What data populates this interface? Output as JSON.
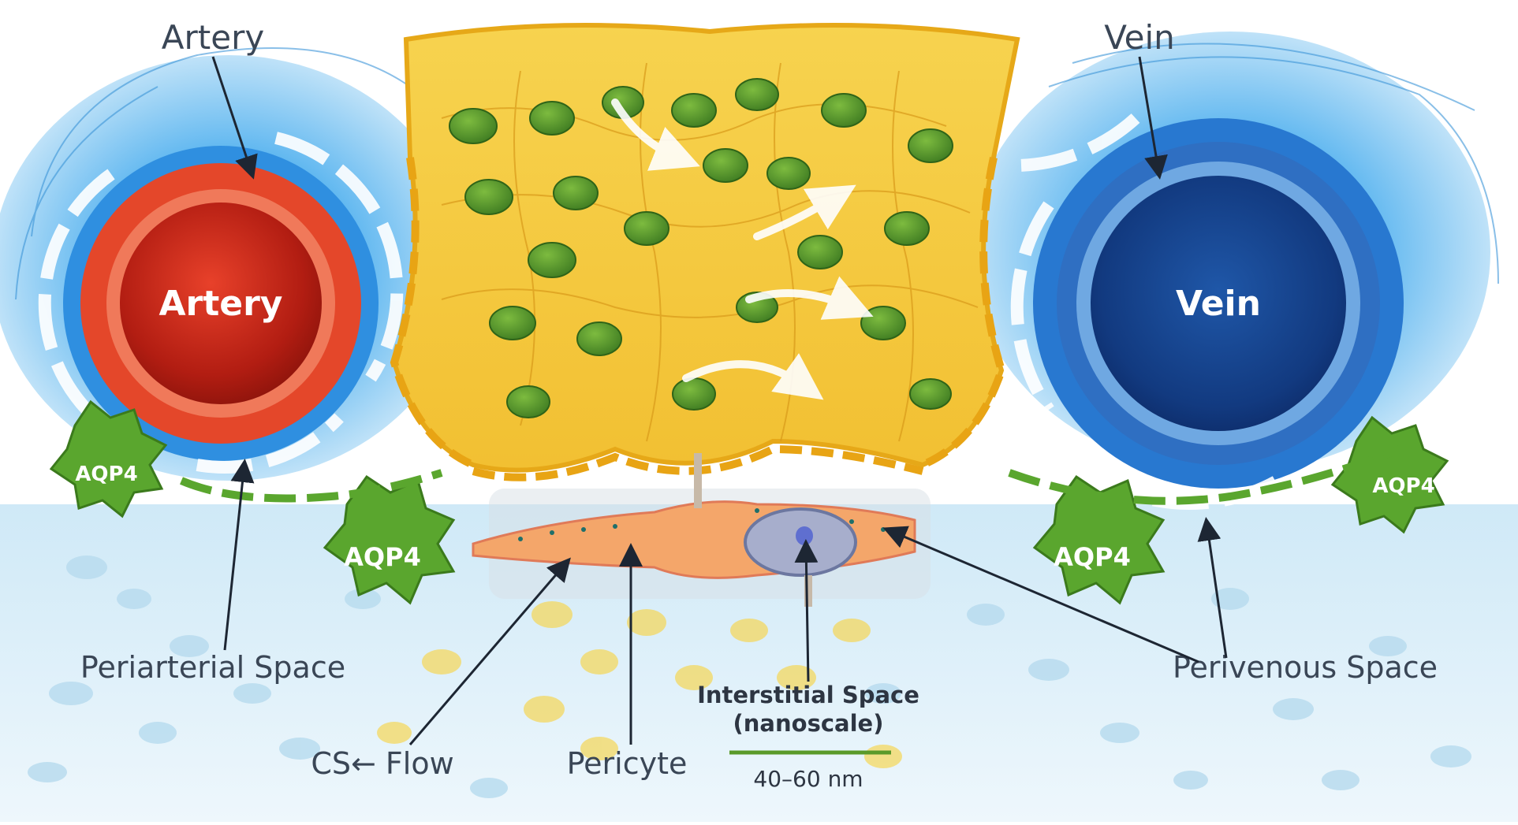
{
  "labels": {
    "artery_top": "Artery",
    "vein_top": "Vein",
    "artery_center": "Artery",
    "vein_center": "Vein",
    "aqp4_far_left": "AQP4",
    "aqp4_left": "AQP4",
    "aqp4_right": "AQP4",
    "aqp4_far_right": "AQP4",
    "periarterial": "Periarterial Space",
    "perivenous": "Perivenous Space",
    "csf_flow": "CS← Flow",
    "pericyte": "Pericyte",
    "interstitial_line1": "Interstitial Space",
    "interstitial_line2": "(nanoscale)",
    "scale": "40–60 nm"
  },
  "colors": {
    "artery_red": "#d9341e",
    "vein_blue": "#14428f",
    "perivascular_blue": "#2f8fe0",
    "tissue_yellow": "#f3c43a",
    "cell_green": "#4e8f2a",
    "astrocyte_green": "#5aa62e",
    "label_text": "#3a4656",
    "scale_green": "#5a9a2a"
  }
}
